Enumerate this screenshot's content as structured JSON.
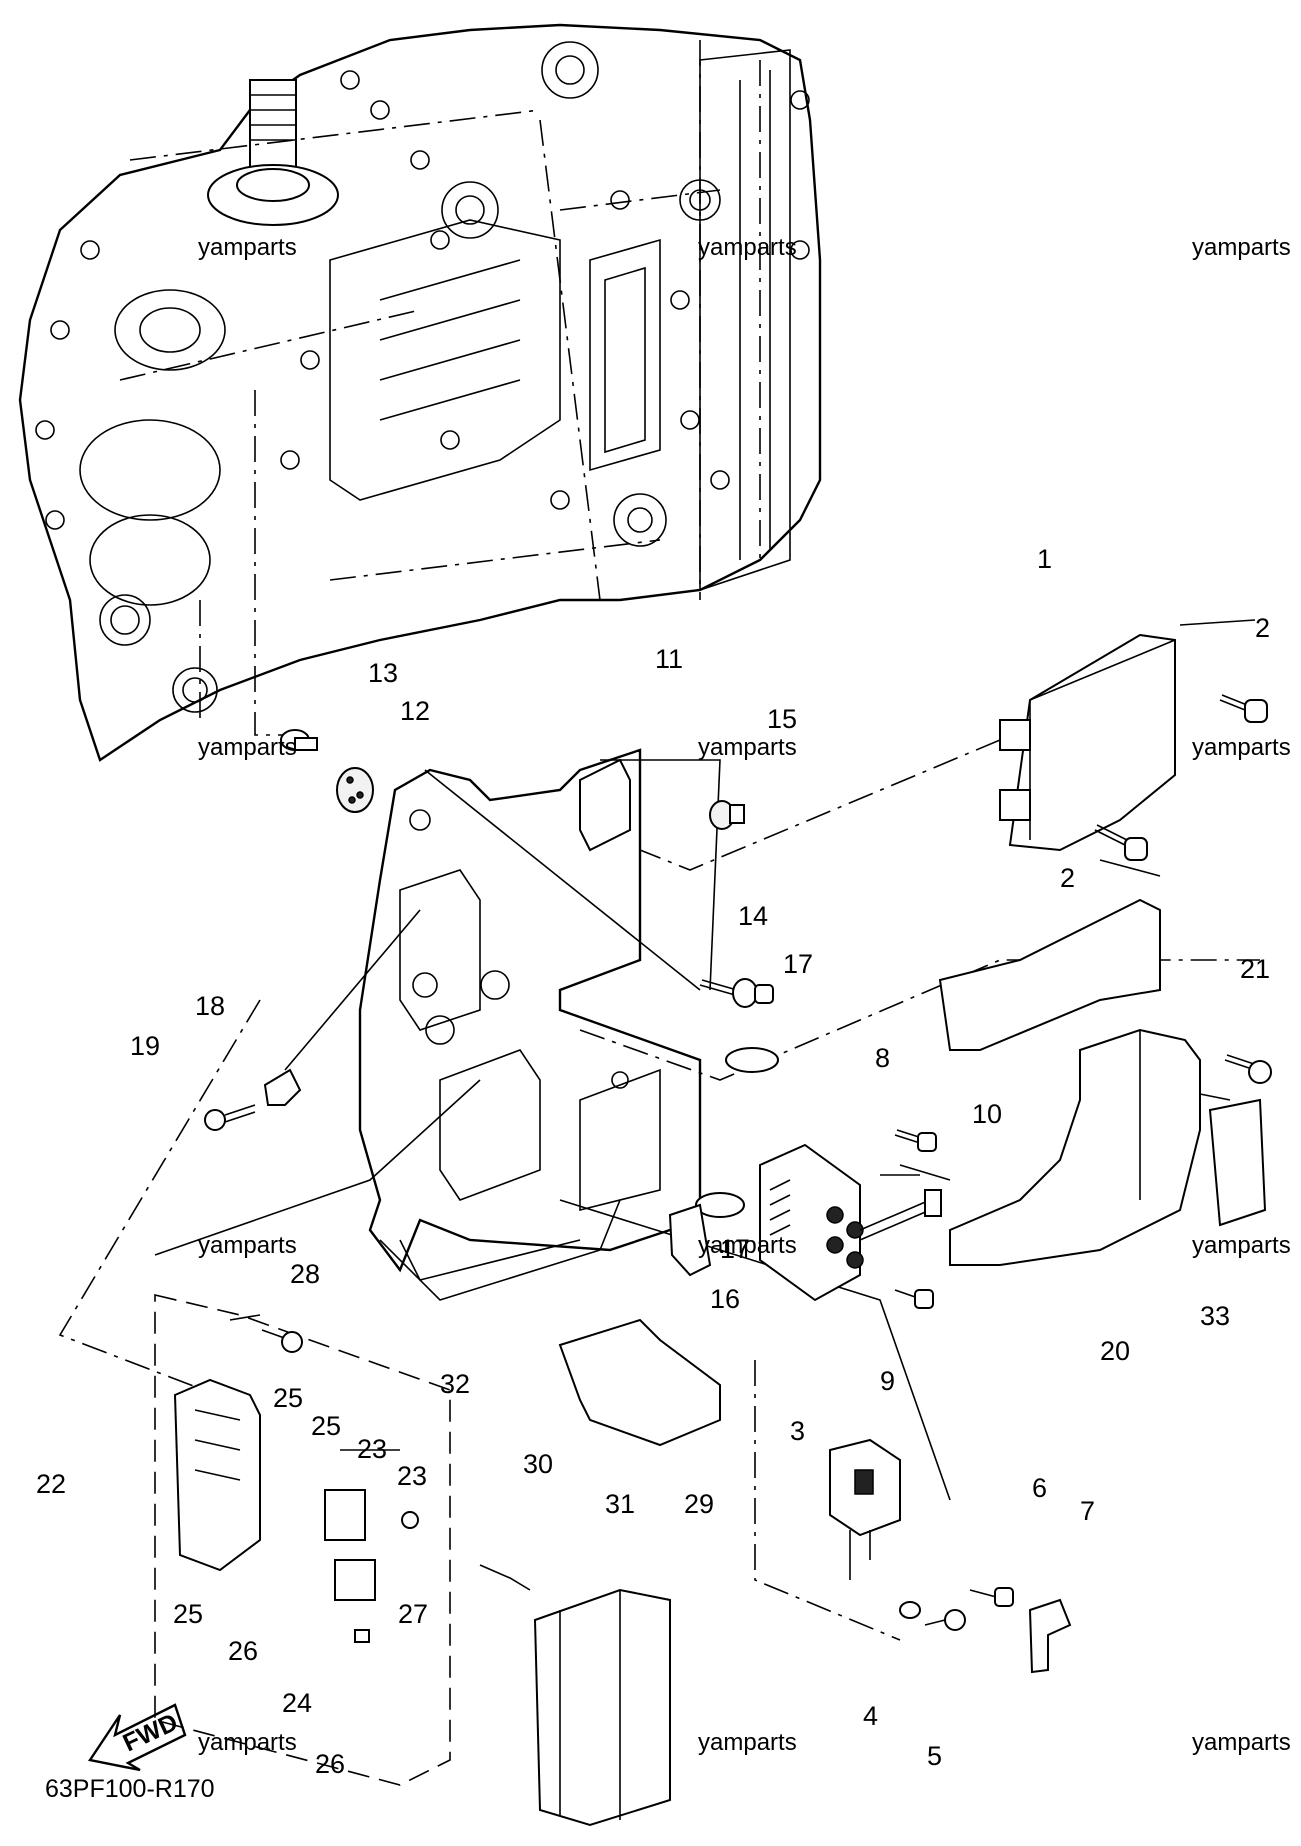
{
  "diagram": {
    "code": "63PF100-R170",
    "fwd_label": "FWD",
    "watermark": "yamparts",
    "callouts": [
      "1",
      "2",
      "2",
      "3",
      "4",
      "5",
      "6",
      "7",
      "8",
      "9",
      "10",
      "11",
      "12",
      "13",
      "14",
      "15",
      "16",
      "17",
      "17",
      "18",
      "19",
      "20",
      "21",
      "22",
      "23",
      "23",
      "24",
      "25",
      "25",
      "25",
      "26",
      "26",
      "27",
      "28",
      "29",
      "30",
      "31",
      "32",
      "33"
    ]
  }
}
